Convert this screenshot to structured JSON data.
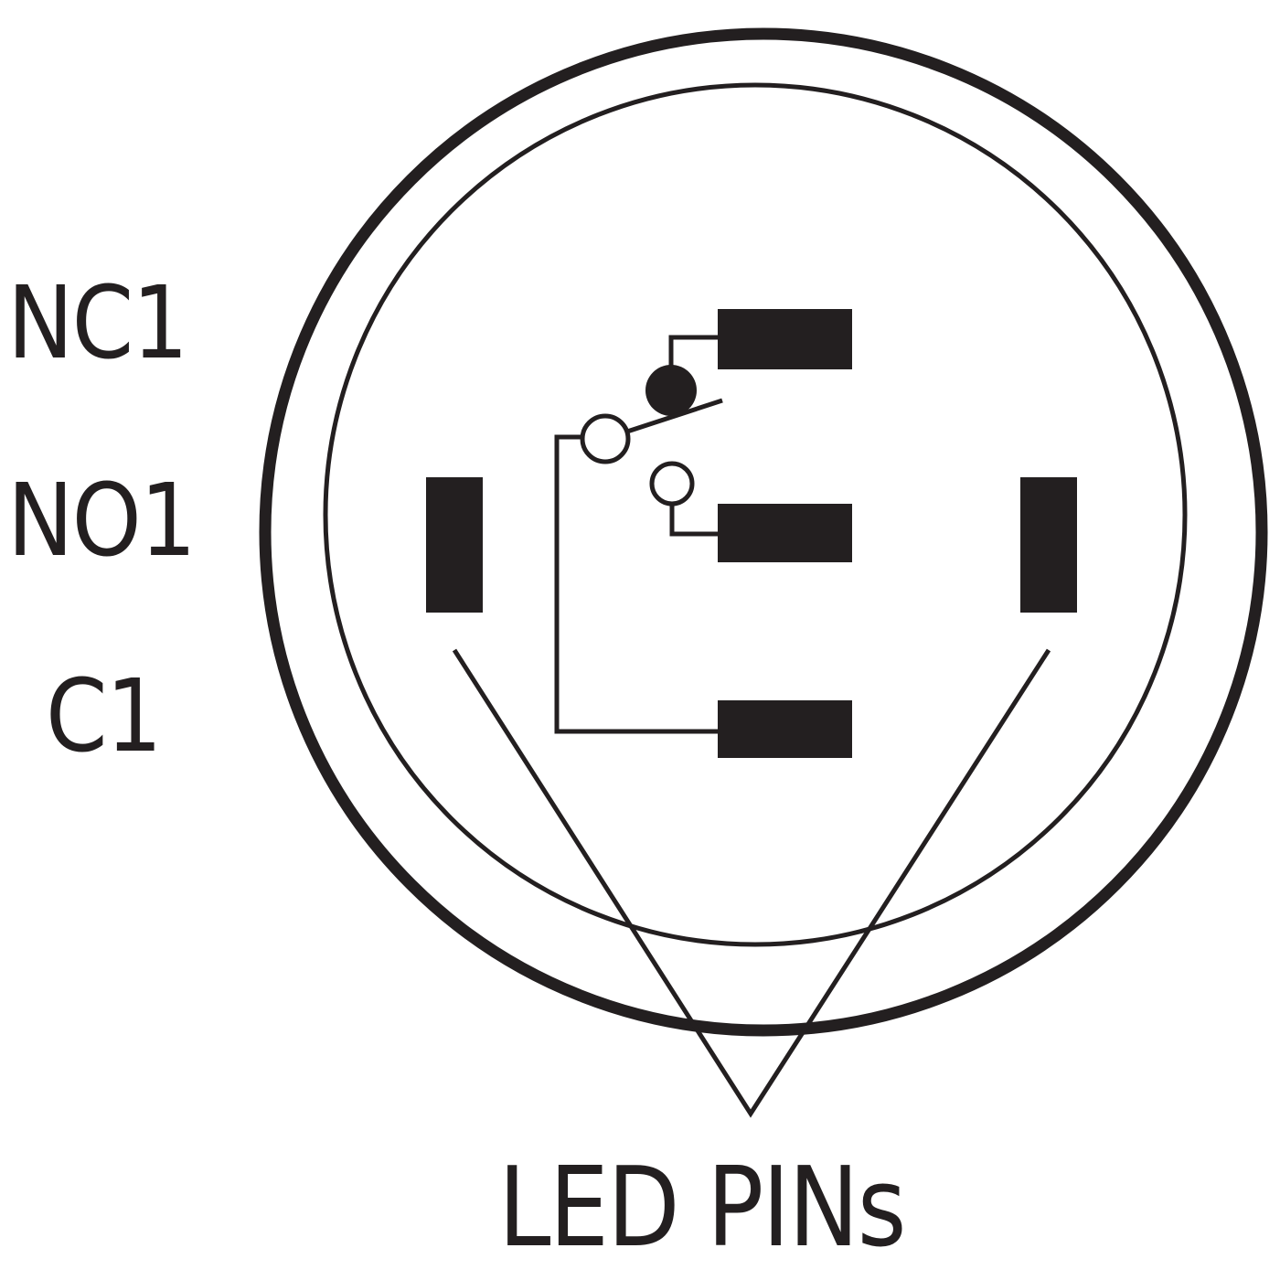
{
  "labels": {
    "nc1": "NC1",
    "no1": "NO1",
    "c1": "C1"
  },
  "caption": "LED PINs",
  "colors": {
    "ink": "#231f20",
    "background": "#ffffff"
  }
}
